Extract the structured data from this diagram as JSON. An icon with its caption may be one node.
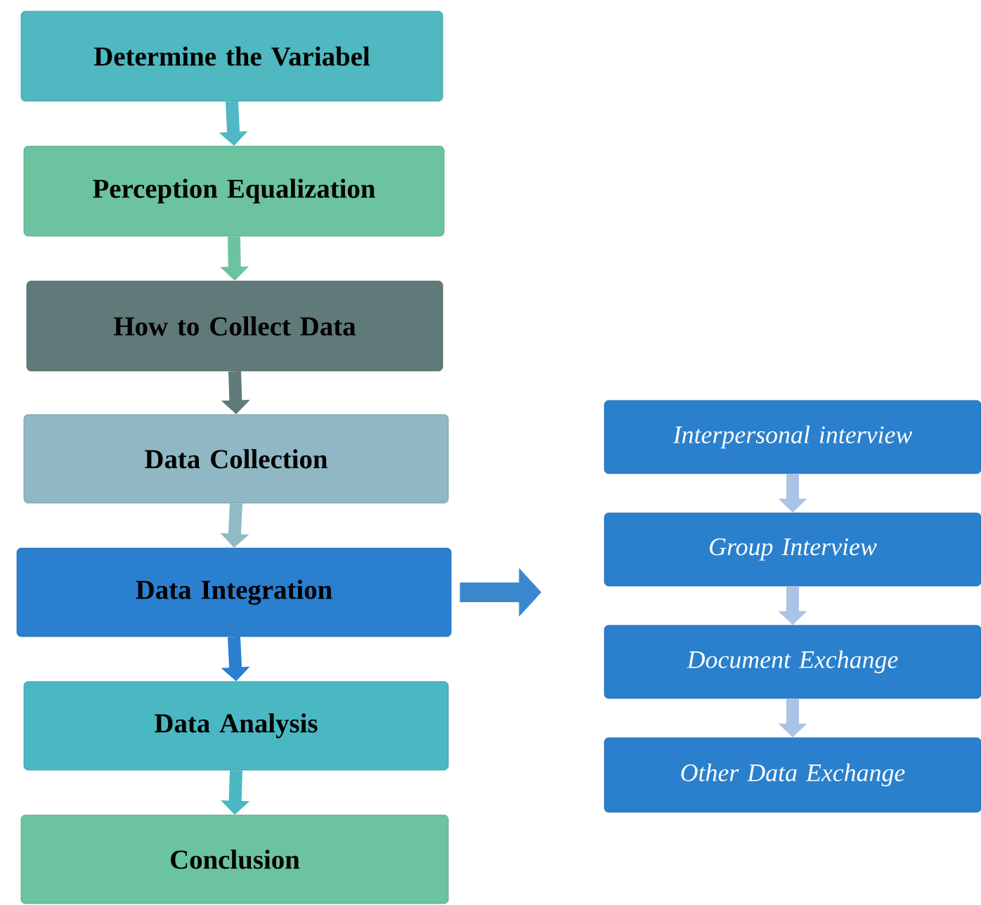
{
  "diagram": {
    "nodes": [
      {
        "text": [
          "Determine the Variabel"
        ]
      },
      {
        "text": [
          "Perception Equalization"
        ]
      },
      {
        "text": [
          "How to Collect Data"
        ]
      },
      {
        "text": [
          "Data Collection"
        ]
      },
      {
        "text": [
          "Data Integration"
        ]
      },
      {
        "text": [
          "Data Analysis"
        ]
      },
      {
        "text": [
          "Conclusion"
        ]
      },
      {
        "text": [
          "Interpersonal interview"
        ]
      },
      {
        "text": [
          "Group Interview"
        ]
      },
      {
        "text": [
          "Document Exchange"
        ]
      },
      {
        "text": [
          "Other Data Exchange"
        ]
      }
    ],
    "edges": [
      {
        "from": 0,
        "to": 1,
        "arrow": "to",
        "color": "#4fb8c4"
      },
      {
        "from": 1,
        "to": 2,
        "arrow": "to",
        "color": "#6cc3a2"
      },
      {
        "from": 2,
        "to": 3,
        "arrow": "to",
        "color": "#5f7a78"
      },
      {
        "from": 3,
        "to": 4,
        "arrow": "to",
        "color": "#8fbac6"
      },
      {
        "from": 4,
        "to": 5,
        "arrow": "to",
        "color": "#2a7fd0"
      },
      {
        "from": 5,
        "to": 6,
        "arrow": "to",
        "color": "#4ab8c2"
      },
      {
        "from": 4,
        "to": null,
        "arrow": "to",
        "color": "#3b88cf"
      },
      {
        "from": 7,
        "to": 8,
        "arrow": "to",
        "color": "#a9c4e6"
      },
      {
        "from": 8,
        "to": 9,
        "arrow": "to",
        "color": "#a9c4e6"
      },
      {
        "from": 9,
        "to": 10,
        "arrow": "to",
        "color": "#a9c4e6"
      }
    ]
  }
}
